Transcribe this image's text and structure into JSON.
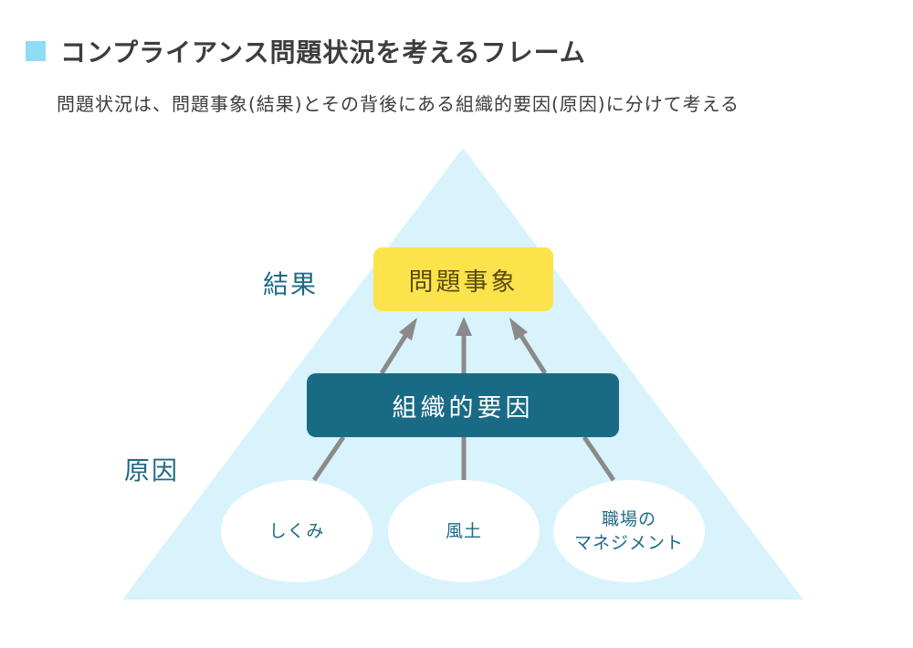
{
  "header": {
    "title": "コンプライアンス問題状況を考えるフレーム",
    "subtitle": "問題状況は、問題事象(結果)とその背後にある組織的要因(原因)に分けて考える"
  },
  "diagram": {
    "label_result": "結果",
    "label_cause": "原因",
    "top_box": "問題事象",
    "middle_box": "組織的要因",
    "factors": [
      {
        "line1": "しくみ",
        "line2": ""
      },
      {
        "line1": "風土",
        "line2": ""
      },
      {
        "line1": "職場の",
        "line2": "マネジメント"
      }
    ]
  },
  "colors": {
    "triangle": "#d8f3fc",
    "title_marker": "#8fdcf4",
    "top_box": "#fde34b",
    "middle_box": "#196a85",
    "accent_text": "#1f6a84",
    "arrow": "#8a8a8a"
  }
}
